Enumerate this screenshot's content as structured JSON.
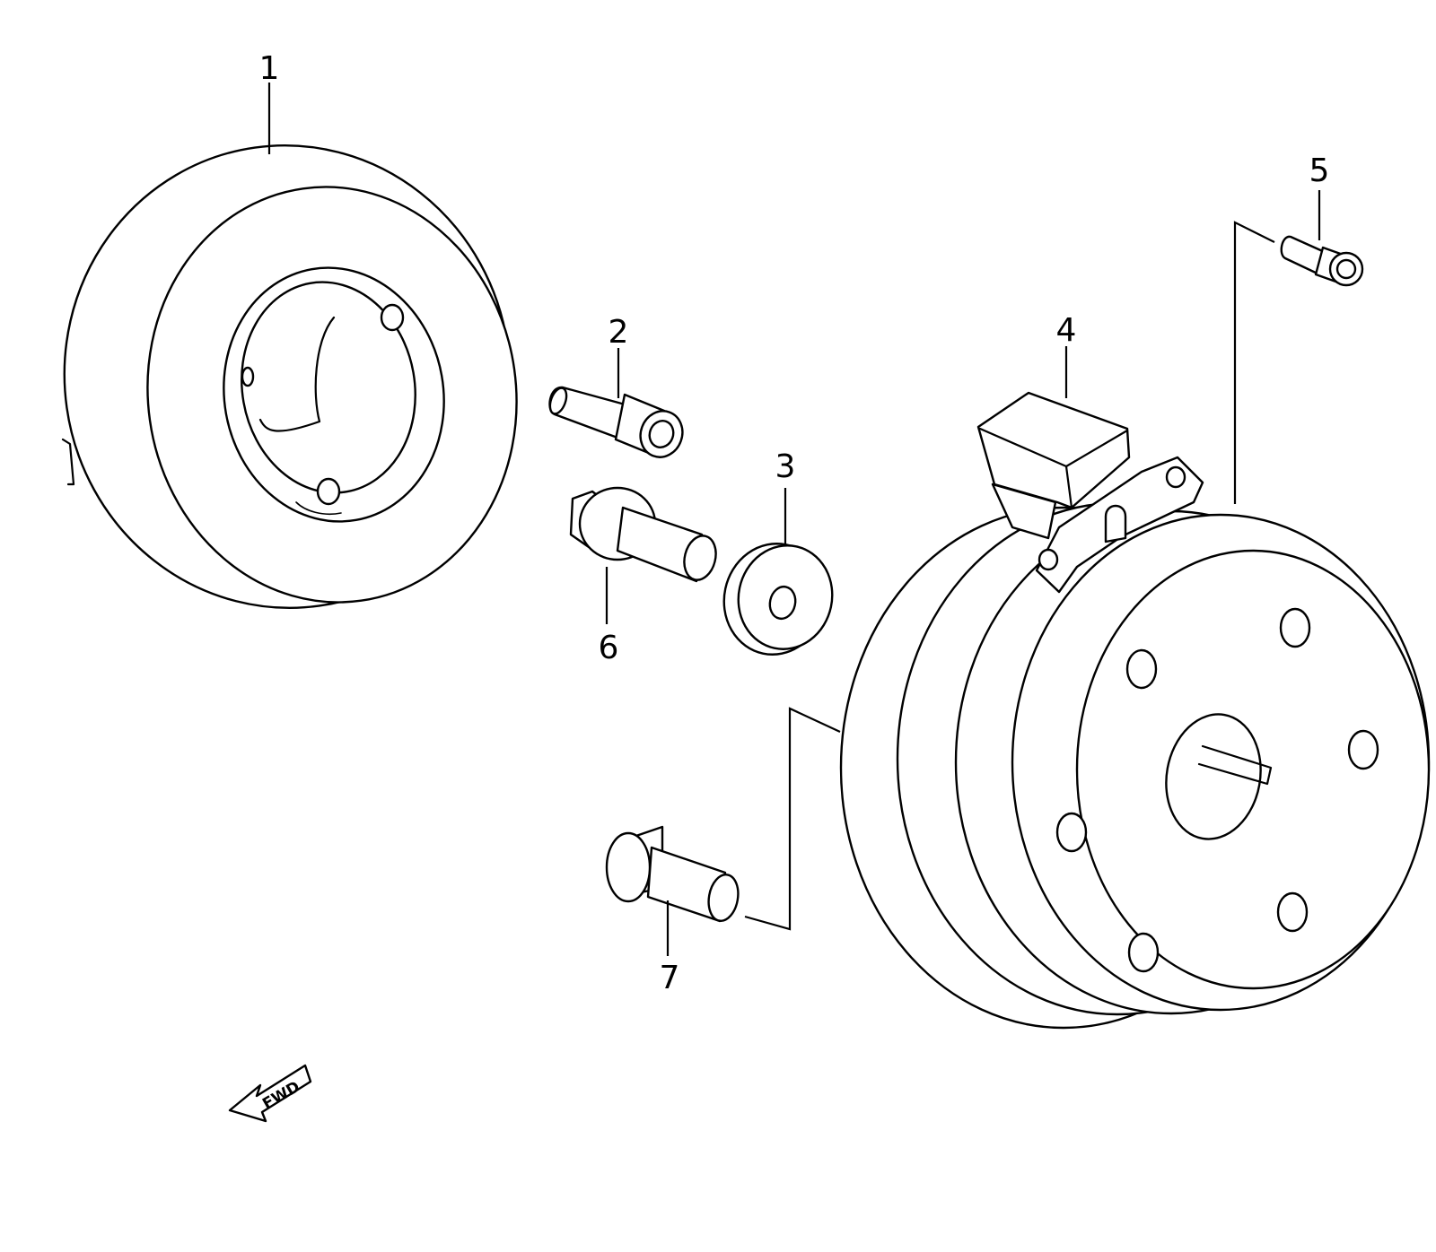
{
  "callouts": [
    {
      "id": "1",
      "label": "1"
    },
    {
      "id": "2",
      "label": "2"
    },
    {
      "id": "3",
      "label": "3"
    },
    {
      "id": "4",
      "label": "4"
    },
    {
      "id": "5",
      "label": "5"
    },
    {
      "id": "6",
      "label": "6"
    },
    {
      "id": "7",
      "label": "7"
    }
  ],
  "fwd_indicator": {
    "label": "FWD",
    "icon": "fwd-arrow-icon"
  },
  "colors": {
    "line": "#000000",
    "background": "#ffffff"
  }
}
